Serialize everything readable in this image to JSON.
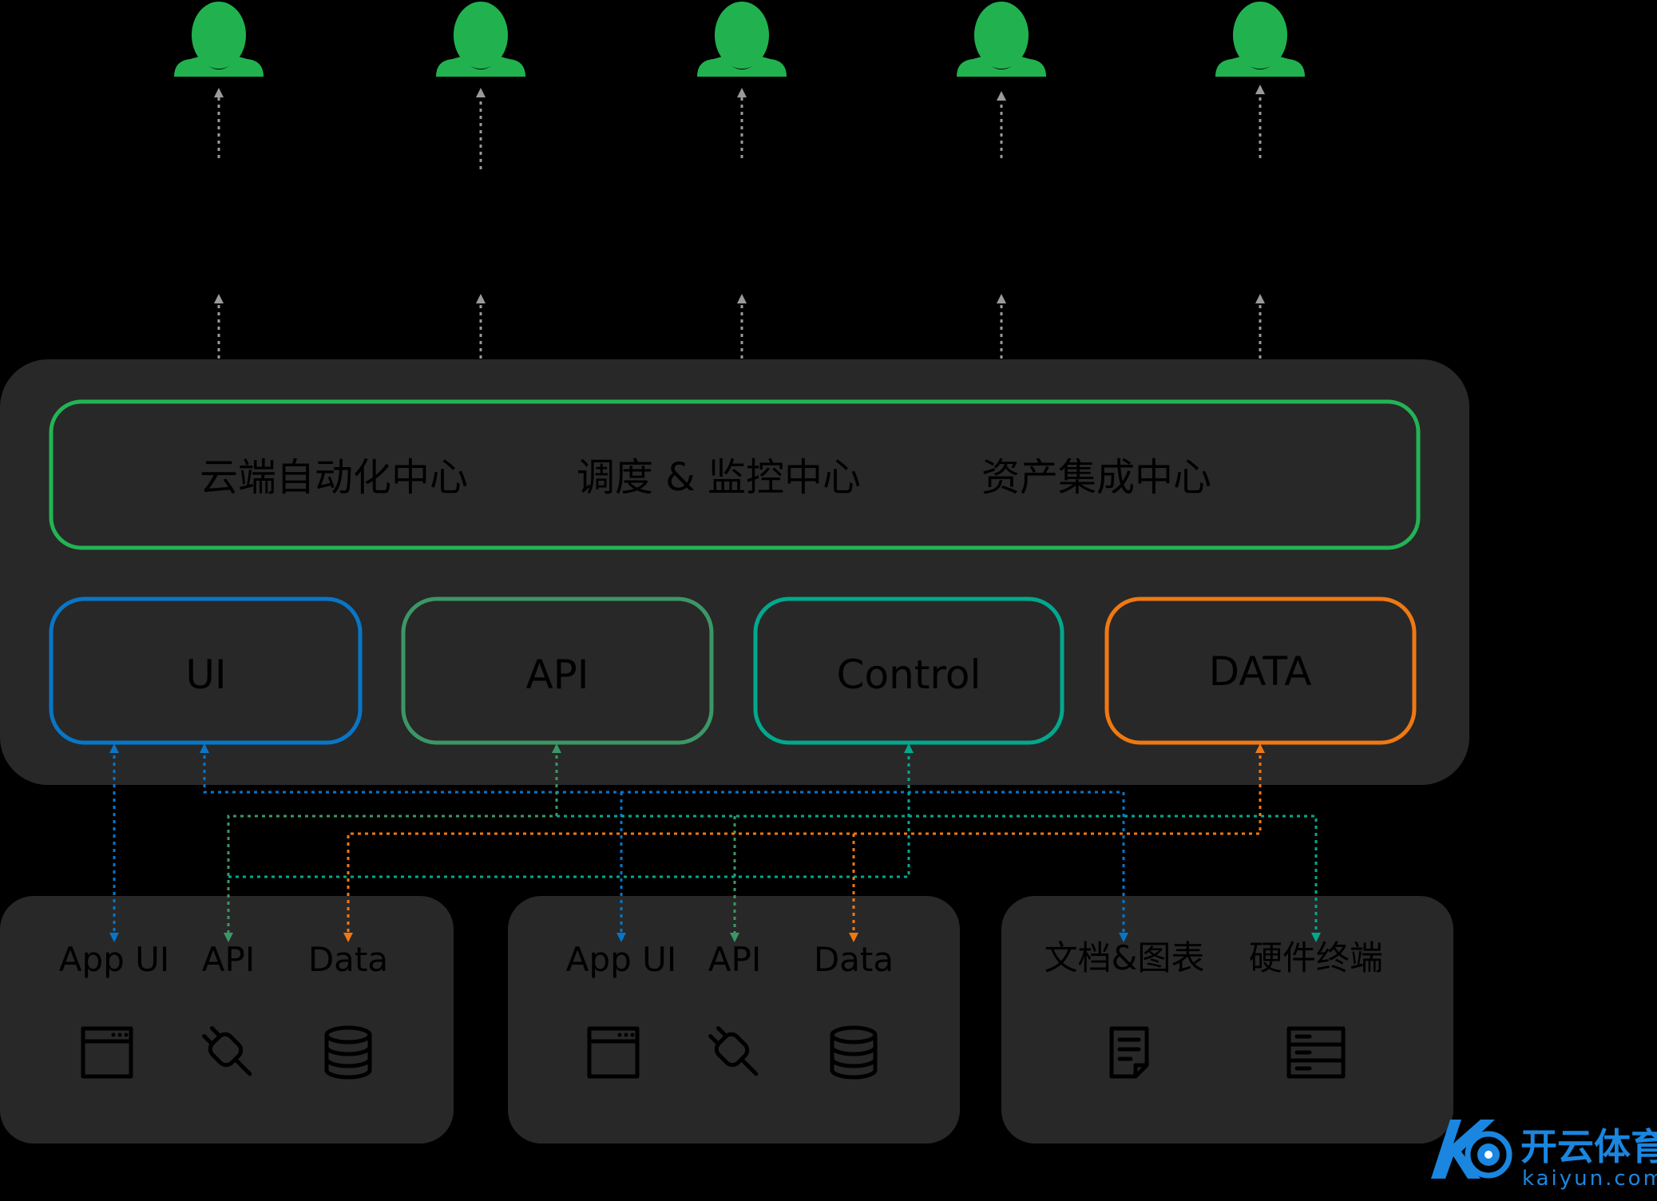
{
  "colors": {
    "background": "#000000",
    "panel": "#282828",
    "user_green": "#21b24f",
    "center_border": "#22b454",
    "ui_blue": "#0876c7",
    "api_green": "#3c9766",
    "control_teal": "#00a98e",
    "data_orange": "#f07812",
    "arrow_gray": "#9a9a9a",
    "logo_blue": "#1a86e0"
  },
  "users": [
    {
      "icon": "user-icon"
    },
    {
      "icon": "user-icon"
    },
    {
      "icon": "user-icon"
    },
    {
      "icon": "user-icon"
    },
    {
      "icon": "user-icon"
    }
  ],
  "centers": [
    {
      "label": "云端自动化中心"
    },
    {
      "label": "调度 & 监控中心"
    },
    {
      "label": "资产集成中心"
    }
  ],
  "modules": [
    {
      "label": "UI",
      "color": "#0876c7"
    },
    {
      "label": "API",
      "color": "#3c9766"
    },
    {
      "label": "Control",
      "color": "#00a98e"
    },
    {
      "label": "DATA",
      "color": "#f07812"
    }
  ],
  "sources": [
    {
      "items": [
        {
          "label": "App UI",
          "icon": "window-icon"
        },
        {
          "label": "API",
          "icon": "plug-icon"
        },
        {
          "label": "Data",
          "icon": "database-icon"
        }
      ]
    },
    {
      "items": [
        {
          "label": "App UI",
          "icon": "window-icon"
        },
        {
          "label": "API",
          "icon": "plug-icon"
        },
        {
          "label": "Data",
          "icon": "database-icon"
        }
      ]
    },
    {
      "items": [
        {
          "label": "文档&图表",
          "icon": "document-icon"
        },
        {
          "label": "硬件终端",
          "icon": "server-icon"
        }
      ]
    }
  ],
  "logo": {
    "main": "开云体育",
    "sub": "kaiyun.com"
  }
}
